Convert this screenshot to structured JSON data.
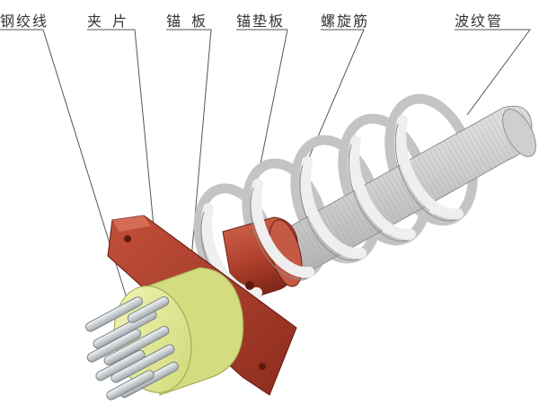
{
  "labels": {
    "steel_strand": "钢绞线",
    "wedge": "夹片",
    "anchor_plate": "锚板",
    "bearing_plate": "锚垫板",
    "spiral_rebar": "螺旋筋",
    "corrugated_duct": "波纹管"
  },
  "colors": {
    "bearing_plate": "#b4412f",
    "anchor_plate": "#e6ef9a",
    "duct": "#d6d6d6",
    "spiral": "#eeeeee",
    "strand": "#d9dde0",
    "leader_line": "#555555"
  }
}
